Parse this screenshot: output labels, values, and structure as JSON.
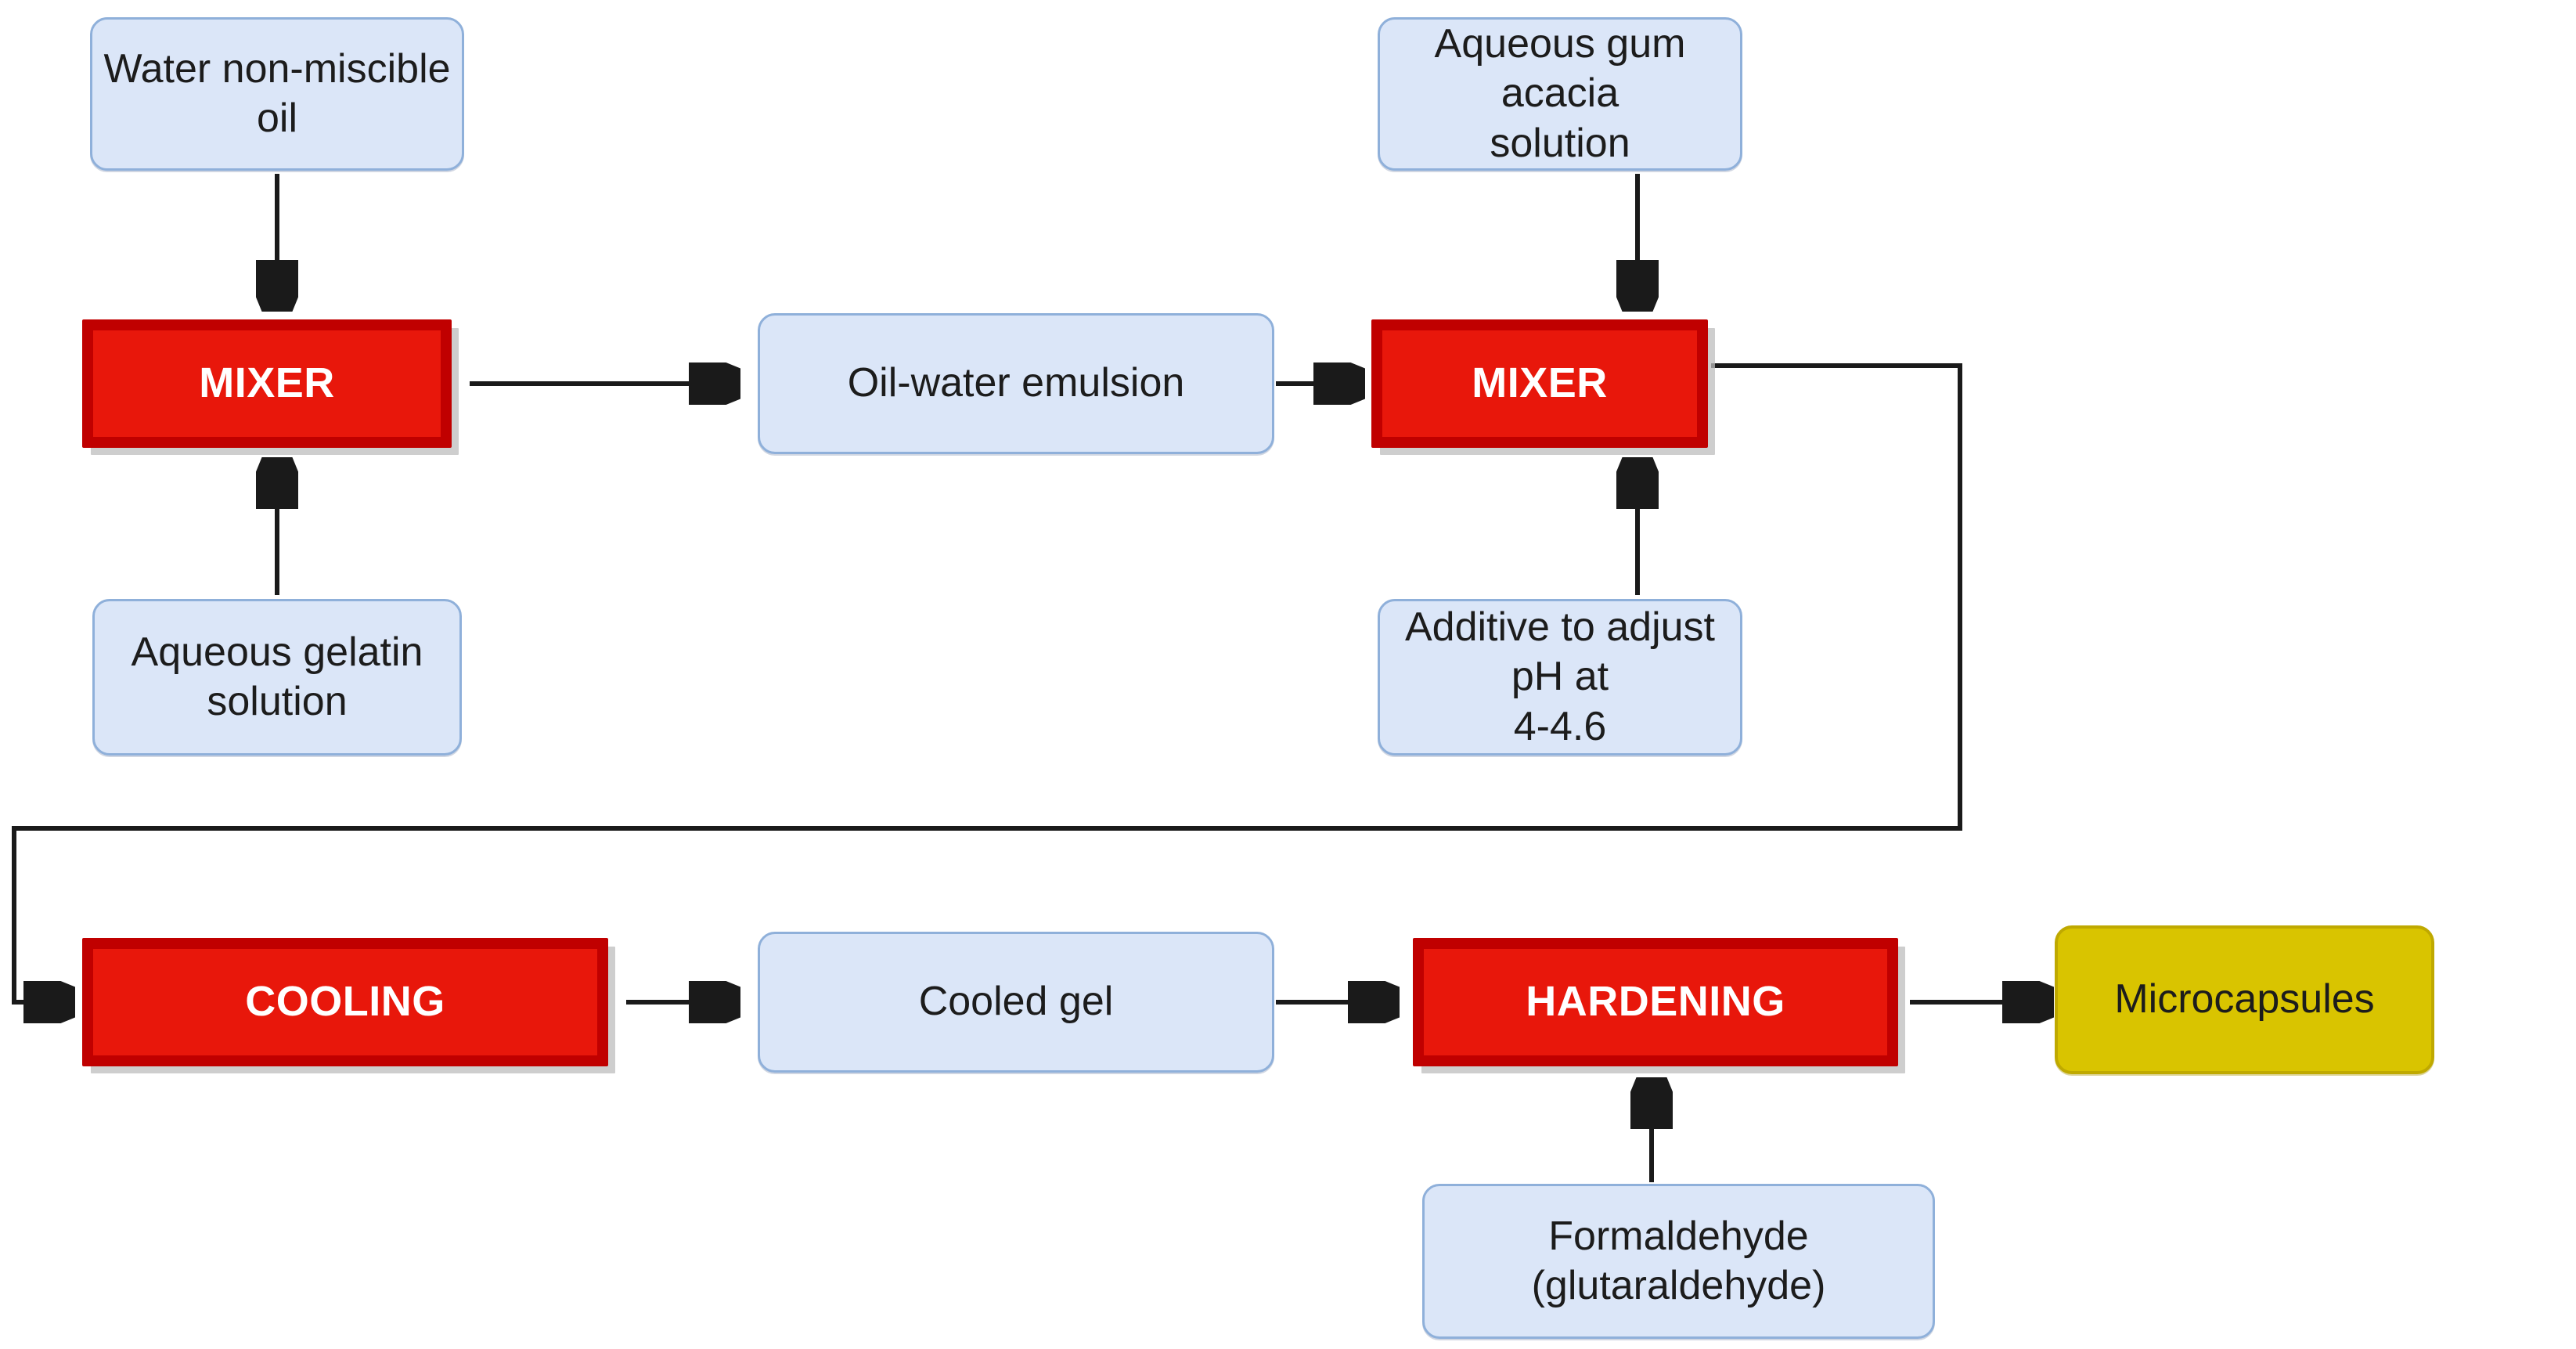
{
  "diagram": {
    "title": "Complex coacervation microencapsulation process flow",
    "colors": {
      "material_fill": "#dbe6f8",
      "material_border": "#8fb0da",
      "process_fill": "#e8170b",
      "process_border": "#c00000",
      "process_text": "#ffffff",
      "product_fill": "#d9c400",
      "product_border": "#bfa900",
      "connector": "#1a1a1a",
      "background": "#ffffff"
    },
    "nodes": [
      {
        "id": "water-non-miscible-oil",
        "label": "Water non-miscible oil",
        "kind": "material"
      },
      {
        "id": "aqueous-gum-acacia-solution",
        "label": "Aqueous gum acacia solution",
        "kind": "material"
      },
      {
        "id": "mixer-1",
        "label": "MIXER",
        "kind": "process"
      },
      {
        "id": "oil-water-emulsion",
        "label": "Oil-water emulsion",
        "kind": "material"
      },
      {
        "id": "mixer-2",
        "label": "MIXER",
        "kind": "process"
      },
      {
        "id": "aqueous-gelatin-solution",
        "label": "Aqueous gelatin solution",
        "kind": "material"
      },
      {
        "id": "additive-ph",
        "label": "Additive to adjust pH at 4-4.6",
        "kind": "material"
      },
      {
        "id": "cooling",
        "label": "COOLING",
        "kind": "process"
      },
      {
        "id": "cooled-gel",
        "label": "Cooled gel",
        "kind": "material"
      },
      {
        "id": "hardening",
        "label": "HARDENING",
        "kind": "process"
      },
      {
        "id": "microcapsules",
        "label": "Microcapsules",
        "kind": "product"
      },
      {
        "id": "formaldehyde",
        "label": "Formaldehyde (glutaraldehyde)",
        "kind": "material"
      }
    ],
    "edges": [
      {
        "from": "water-non-miscible-oil",
        "to": "mixer-1",
        "direction": "down"
      },
      {
        "from": "aqueous-gelatin-solution",
        "to": "mixer-1",
        "direction": "up"
      },
      {
        "from": "mixer-1",
        "to": "oil-water-emulsion",
        "direction": "right"
      },
      {
        "from": "oil-water-emulsion",
        "to": "mixer-2",
        "direction": "right"
      },
      {
        "from": "aqueous-gum-acacia-solution",
        "to": "mixer-2",
        "direction": "down"
      },
      {
        "from": "additive-ph",
        "to": "mixer-2",
        "direction": "up"
      },
      {
        "from": "mixer-2",
        "to": "cooling",
        "direction": "routed"
      },
      {
        "from": "cooling",
        "to": "cooled-gel",
        "direction": "right"
      },
      {
        "from": "cooled-gel",
        "to": "hardening",
        "direction": "right"
      },
      {
        "from": "formaldehyde",
        "to": "hardening",
        "direction": "up"
      },
      {
        "from": "hardening",
        "to": "microcapsules",
        "direction": "right"
      }
    ]
  },
  "labels": {
    "water_non_miscible_oil": "Water non-miscible oil",
    "aqueous_gum_acacia_line1": "Aqueous gum acacia",
    "aqueous_gum_acacia_line2": "solution",
    "mixer_1": "MIXER",
    "mixer_2": "MIXER",
    "oil_water_emulsion": "Oil-water emulsion",
    "aqueous_gelatin_line1": "Aqueous gelatin",
    "aqueous_gelatin_line2": "solution",
    "additive_ph_line1": "Additive to adjust pH at",
    "additive_ph_line2": "4-4.6",
    "cooling": "COOLING",
    "cooled_gel": "Cooled gel",
    "hardening": "HARDENING",
    "microcapsules": "Microcapsules",
    "formaldehyde_line1": "Formaldehyde",
    "formaldehyde_line2": "(glutaraldehyde)"
  }
}
